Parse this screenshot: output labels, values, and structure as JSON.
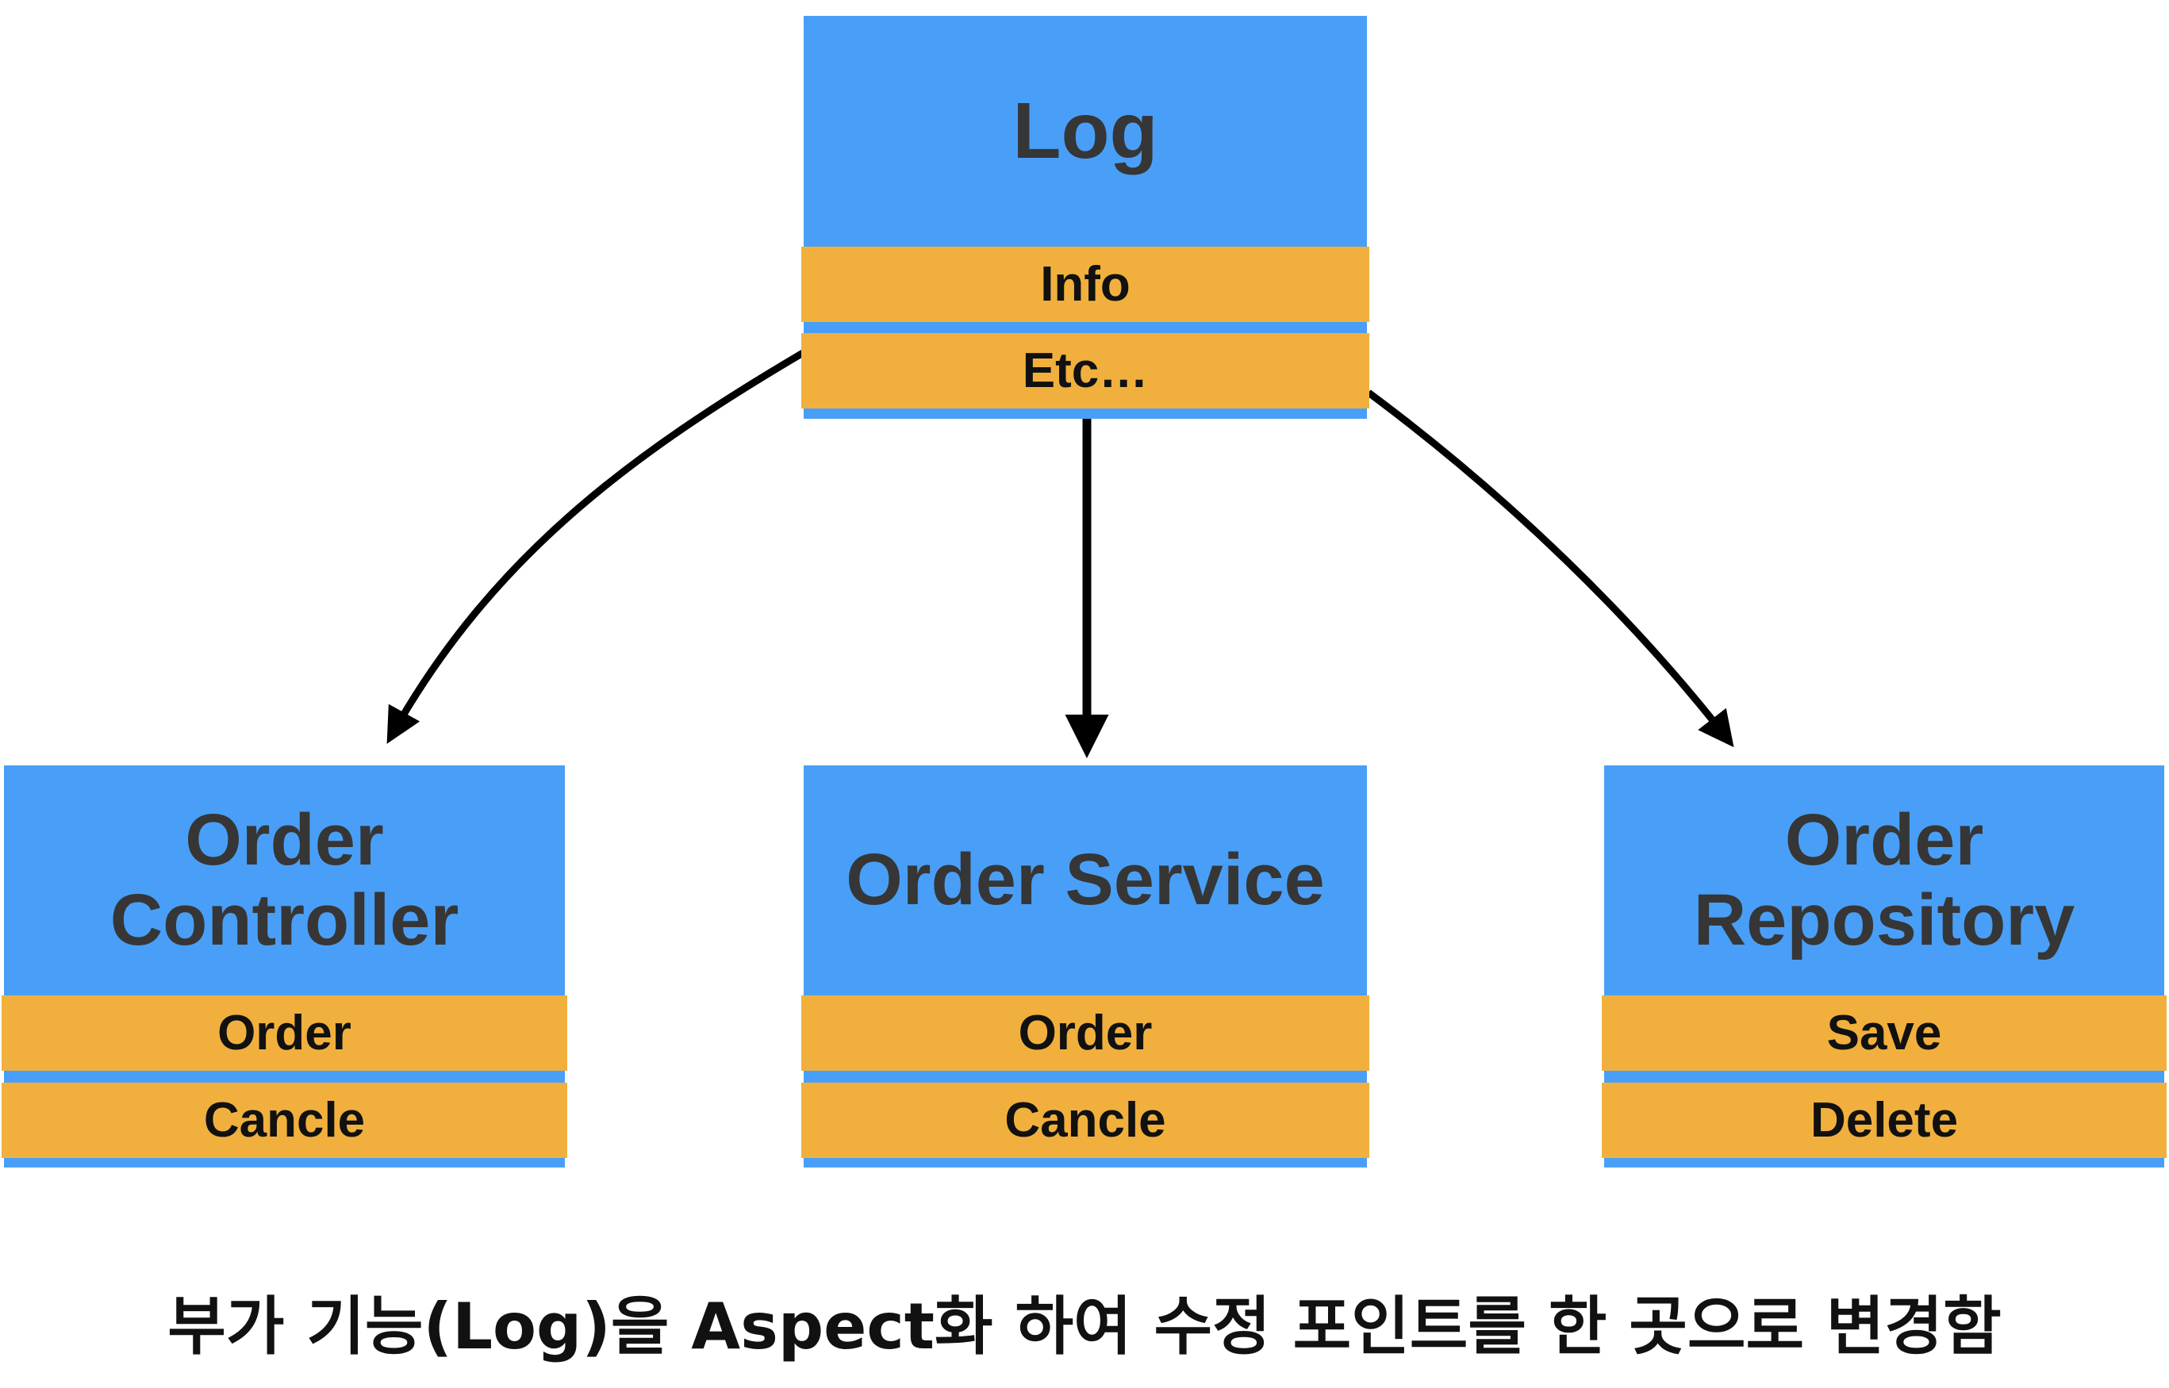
{
  "log_box": {
    "title": "Log",
    "rows": [
      "Info",
      "Etc…"
    ]
  },
  "order_controller": {
    "title_line1": "Order",
    "title_line2": "Controller",
    "rows": [
      "Order",
      "Cancle"
    ]
  },
  "order_service": {
    "title": "Order Service",
    "rows": [
      "Order",
      "Cancle"
    ]
  },
  "order_repository": {
    "title_line1": "Order",
    "title_line2": "Repository",
    "rows": [
      "Save",
      "Delete"
    ]
  },
  "caption": "부가 기능(Log)을 Aspect화 하여 수정 포인트를 한 곳으로 변경함",
  "colors": {
    "box_blue": "#499ff7",
    "row_orange": "#f1b03d",
    "title_text": "#363636",
    "arrow": "#000000"
  }
}
